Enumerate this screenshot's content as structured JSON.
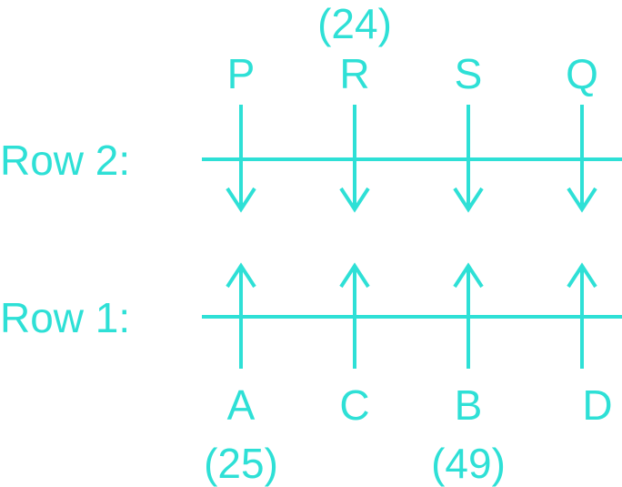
{
  "colors": {
    "line": "#2ee0d6",
    "background": "#ffffff"
  },
  "rows": [
    {
      "label": "Row 2:",
      "arrow_direction": "down",
      "people": [
        {
          "name": "P",
          "value": ""
        },
        {
          "name": "R",
          "value": "(24)"
        },
        {
          "name": "S",
          "value": ""
        },
        {
          "name": "Q",
          "value": ""
        }
      ]
    },
    {
      "label": "Row 1:",
      "arrow_direction": "up",
      "people": [
        {
          "name": "A",
          "value": "(25)"
        },
        {
          "name": "C",
          "value": ""
        },
        {
          "name": "B",
          "value": "(49)"
        },
        {
          "name": "D",
          "value": ""
        }
      ]
    }
  ]
}
